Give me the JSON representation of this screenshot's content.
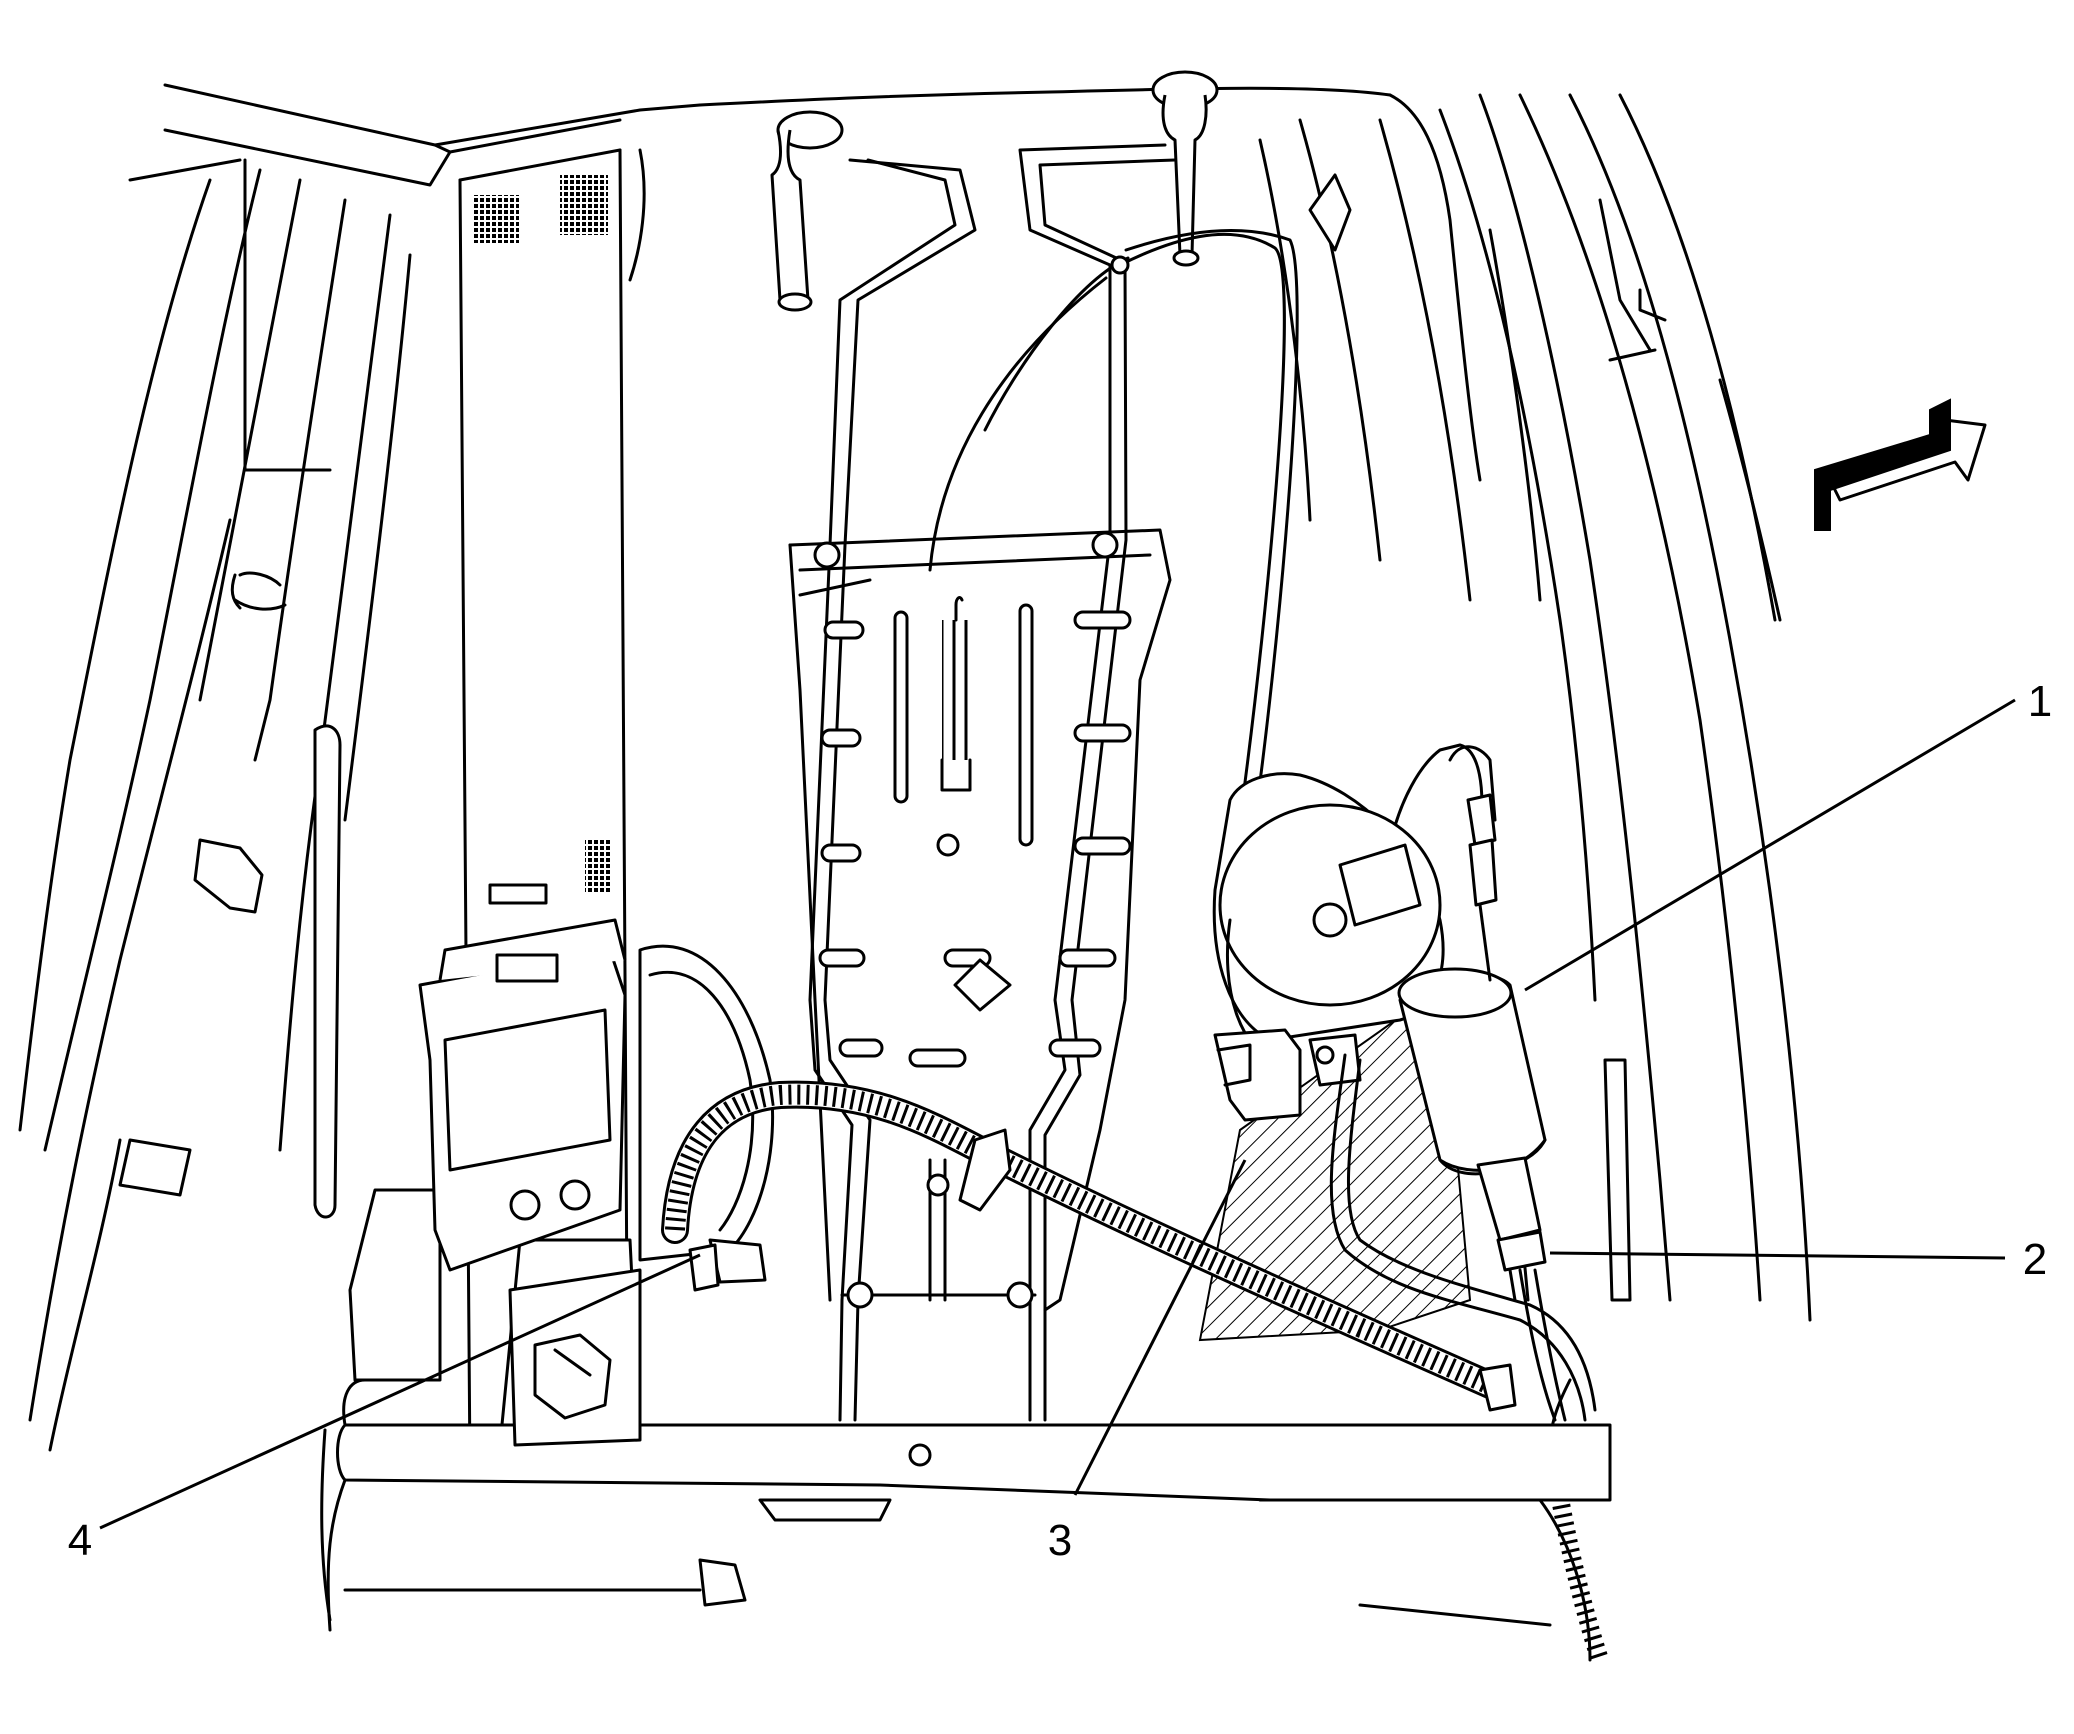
{
  "callouts": [
    {
      "id": "1",
      "label": "1"
    },
    {
      "id": "2",
      "label": "2"
    },
    {
      "id": "3",
      "label": "3"
    },
    {
      "id": "4",
      "label": "4"
    }
  ],
  "orientation_arrow": {
    "icon": "arrow-front-of-vehicle-icon"
  }
}
